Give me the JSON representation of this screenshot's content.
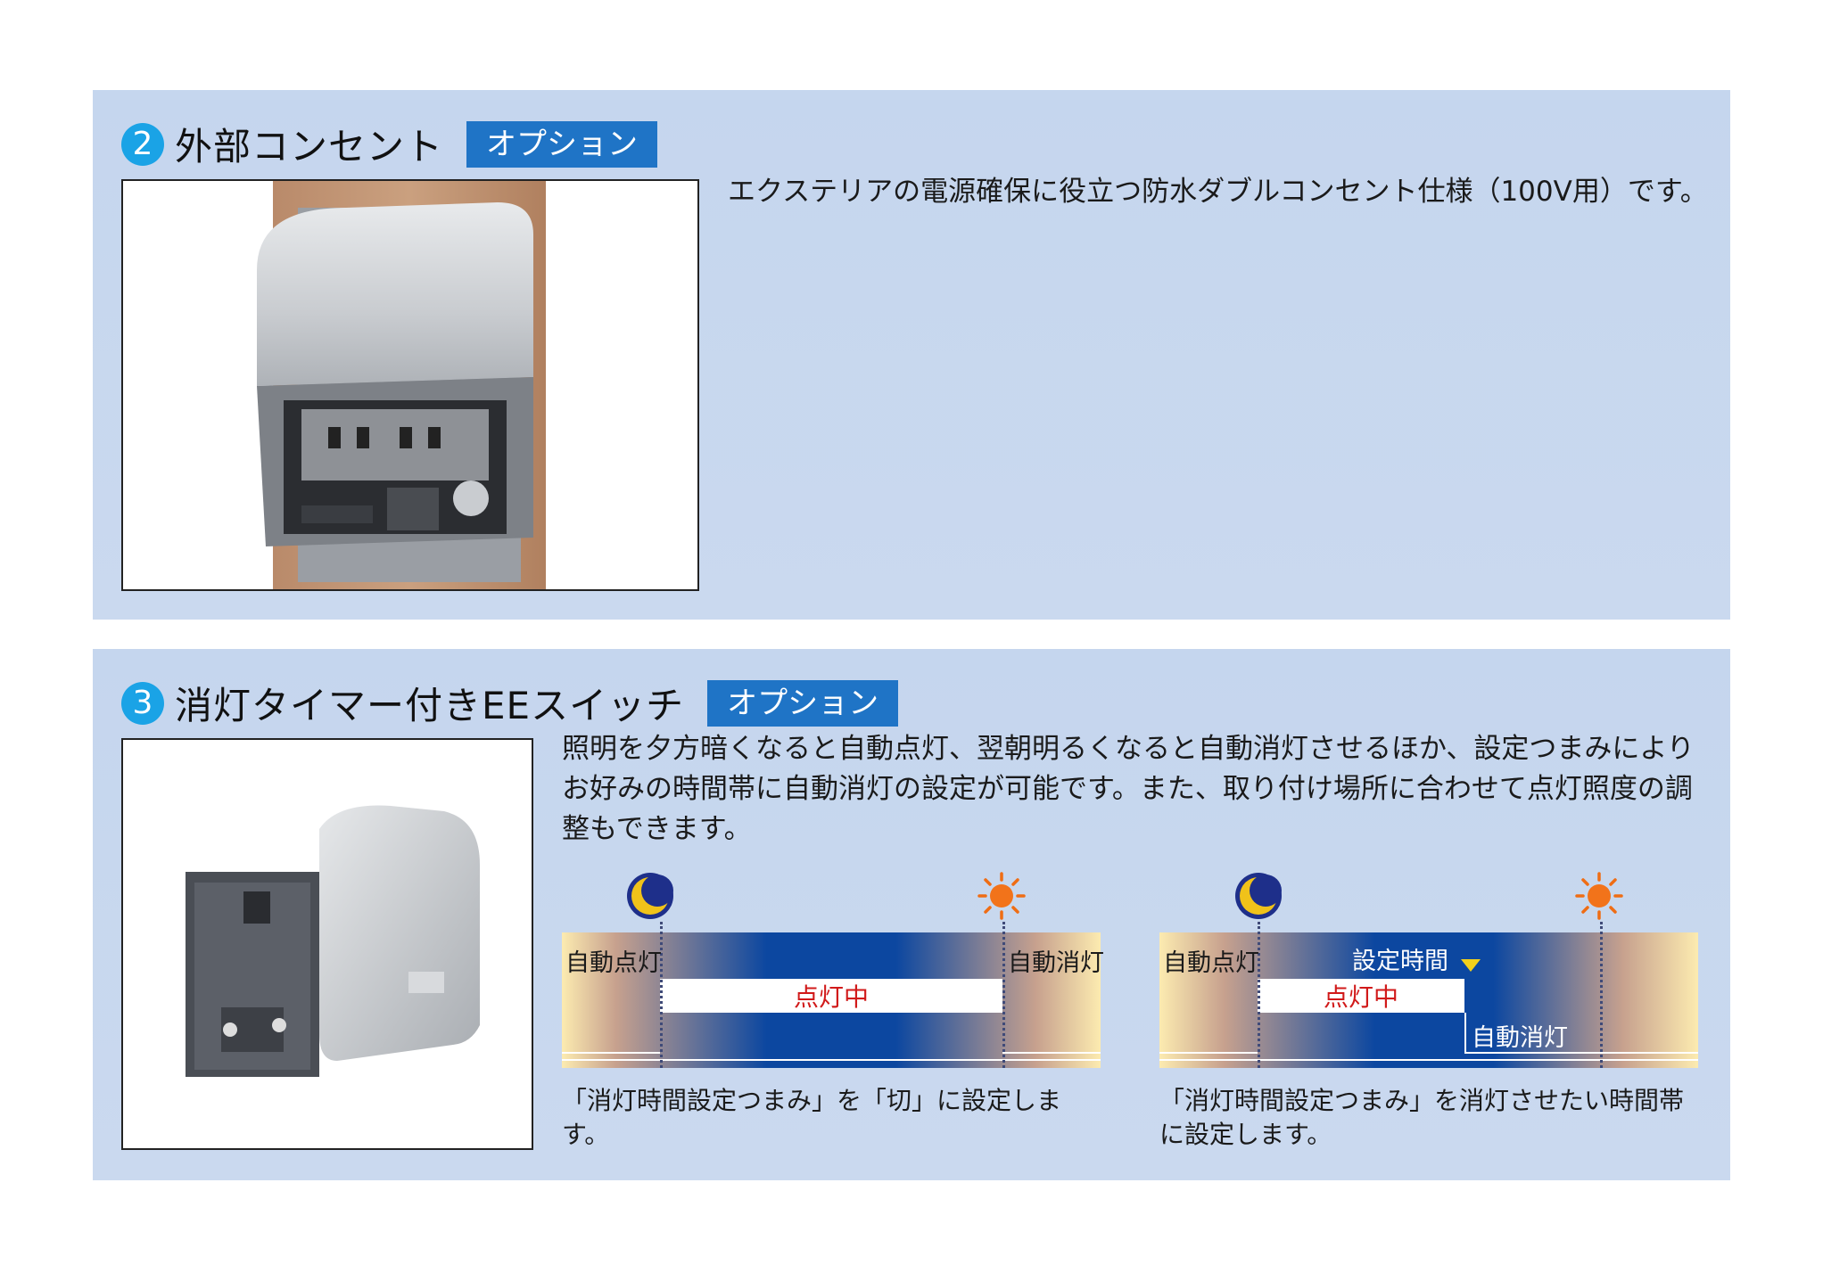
{
  "section2": {
    "number": "2",
    "title": "外部コンセント",
    "tag": "オプション",
    "description": "エクステリアの電源確保に役立つ防水ダブルコンセント仕様（100V用）です。"
  },
  "section3": {
    "number": "3",
    "title": "消灯タイマー付きEEスイッチ",
    "tag": "オプション",
    "description": "照明を夕方暗くなると自動点灯、翌朝明るくなると自動消灯させるほか、設定つまみによりお好みの時間帯に自動消灯の設定が可能です。また、取り付け場所に合わせて点灯照度の調整もできます。",
    "diagram_left": {
      "label_start": "自動点灯",
      "label_end": "自動消灯",
      "band_label": "点灯中",
      "caption": "「消灯時間設定つまみ」を「切」に設定します。"
    },
    "diagram_right": {
      "label_start": "自動点灯",
      "label_setting": "設定時間",
      "band_label": "点灯中",
      "label_off": "自動消灯",
      "caption": "「消灯時間設定つまみ」を消灯させたい時間帯に設定します。"
    }
  },
  "colors": {
    "panel_bg": "#c8d8ef",
    "badge": "#1aa3e6",
    "tag": "#1f74c6",
    "lit_text": "#d11a1a",
    "night": "#0c47a0"
  },
  "icons": {
    "moon": "moon-icon",
    "sun": "sun-icon"
  }
}
